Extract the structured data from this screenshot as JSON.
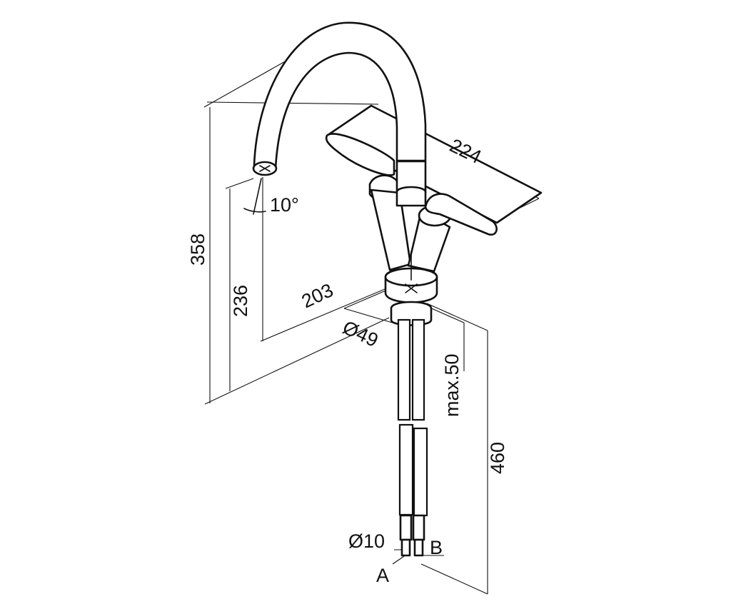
{
  "dimensions": {
    "spout_height": "358",
    "outlet_height": "236",
    "spout_reach": "203",
    "lever_width": "224",
    "spout_angle": "10°",
    "base_diameter": "Ø49",
    "deck_thickness": "max.50",
    "hose_length": "460",
    "hose_diameter": "Ø10"
  },
  "connections": {
    "a": "A",
    "b": "B"
  },
  "colors": {
    "line": "#111111",
    "background": "#ffffff"
  }
}
